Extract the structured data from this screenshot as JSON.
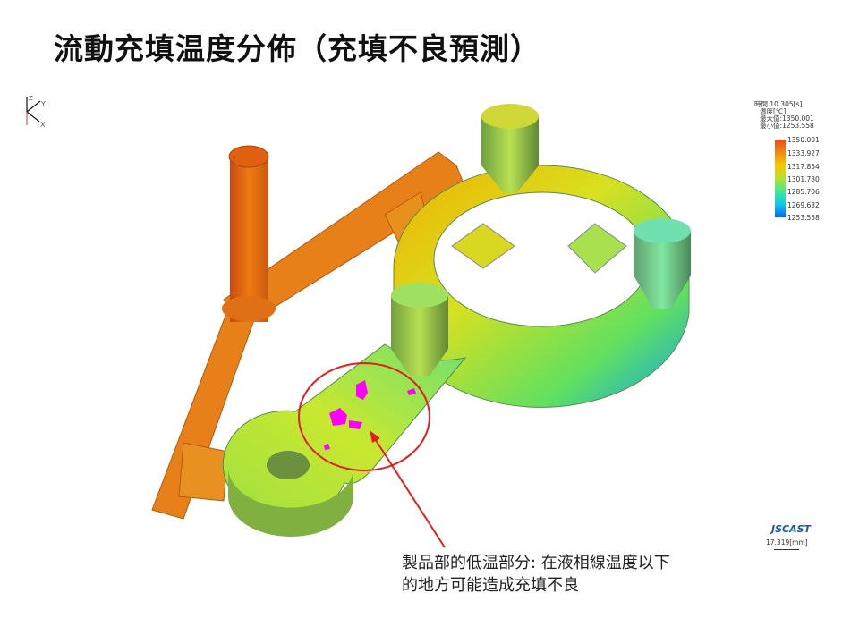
{
  "title": "流動充填温度分佈（充填不良預測）",
  "axes_indicator": {
    "y": "Y",
    "x": "X",
    "z": "Z"
  },
  "legend": {
    "time_label": "時間 10.305[s]",
    "quantity_label": "温度[℃]",
    "max_label": "最大值:1350.001",
    "min_label": "最小值:1253.558",
    "ticks": [
      "1350.001",
      "1333.927",
      "1317.854",
      "1301.780",
      "1285.706",
      "1269.632",
      "1253.558"
    ],
    "colors": [
      "#e0501a",
      "#1060e8"
    ]
  },
  "brand": "JSCAST",
  "scale_label": "17.319[mm]",
  "annotation": {
    "line1": "製品部的低温部分: 在液相線温度以下",
    "line2": "的地方可能造成充填不良",
    "color": "#e02020",
    "defect_color": "#ff00ff"
  }
}
